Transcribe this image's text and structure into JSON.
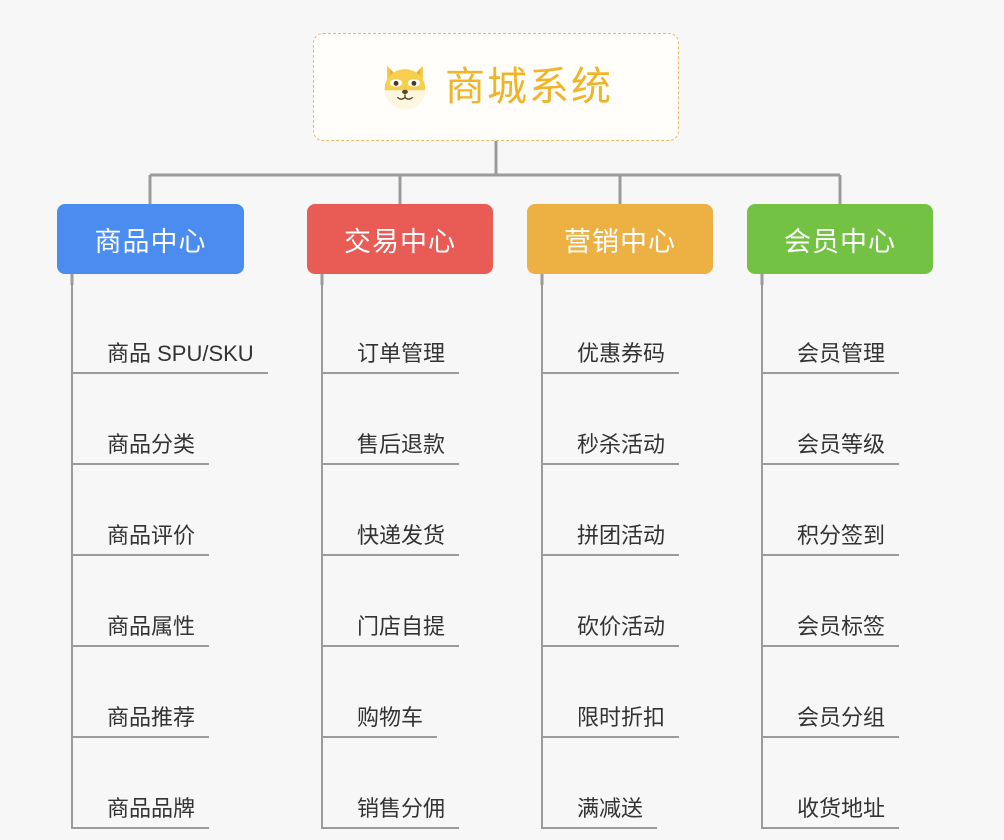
{
  "diagram": {
    "type": "tree-mindmap",
    "background_color": "#f7f7f7",
    "root": {
      "label": "商城系统",
      "icon": "shiba-dog-icon",
      "text_color": "#f0b429",
      "border_color": "#e8b96b",
      "background_color": "#fffefb"
    },
    "connector_color": "#9b9b9b",
    "branches": [
      {
        "label": "商品中心",
        "color": "#4a8cf0",
        "items": [
          "商品 SPU/SKU",
          "商品分类",
          "商品评价",
          "商品属性",
          "商品推荐",
          "商品品牌"
        ]
      },
      {
        "label": "交易中心",
        "color": "#e85c55",
        "items": [
          "订单管理",
          "售后退款",
          "快递发货",
          "门店自提",
          "购物车",
          "销售分佣"
        ]
      },
      {
        "label": "营销中心",
        "color": "#edb143",
        "items": [
          "优惠券码",
          "秒杀活动",
          "拼团活动",
          "砍价活动",
          "限时折扣",
          "满减送"
        ]
      },
      {
        "label": "会员中心",
        "color": "#74c244",
        "items": [
          "会员管理",
          "会员等级",
          "积分签到",
          "会员标签",
          "会员分组",
          "收货地址"
        ]
      }
    ]
  }
}
